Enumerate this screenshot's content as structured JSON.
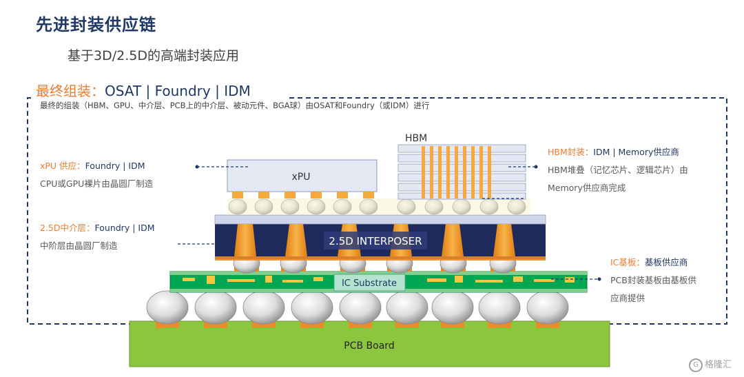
{
  "title": "先进封装供应链",
  "subtitle": "基于3D/2.5D的高端封装应用",
  "final_assembly": {
    "label": "最终组装：",
    "players": "OSAT | Foundry | IDM",
    "description": "最终的组装（HBM、GPU、中介层、PCB上的中介层、被动元件、BGA球）由OSAT和Foundry（或IDM）进行"
  },
  "xpu": {
    "label": "xPU 供应：",
    "players": "Foundry | IDM",
    "description": "CPU或GPU裸片由晶圆厂制造",
    "chip_label": "xPU"
  },
  "interposer": {
    "label": "2.5D中介层：",
    "players": "Foundry | IDM",
    "description": "中阶层由晶圆厂制造",
    "chip_label": "2.5D INTERPOSER"
  },
  "hbm": {
    "label": "HBM封装：",
    "players": "IDM | Memory供应商",
    "description_line1": "HBM堆叠（记忆芯片、逻辑芯片）由",
    "description_line2": "Memory供应商完成",
    "chip_label": "HBM"
  },
  "substrate": {
    "label": "IC基板：",
    "players": "基板供应商",
    "description_line1": "PCB封装基板由基板供",
    "description_line2": "应商提供",
    "chip_label": "IC Substrate"
  },
  "pcb": {
    "chip_label": "PCB Board"
  },
  "watermark": {
    "symbol": "G",
    "text": "格隆汇"
  },
  "colors": {
    "title": "#1f3864",
    "accent_orange": "#ed7d31",
    "interposer": "#1f2a5c",
    "pcb_green": "#70ad47",
    "substrate_green": "#00a651",
    "bump_gold": "#f4a93a"
  }
}
